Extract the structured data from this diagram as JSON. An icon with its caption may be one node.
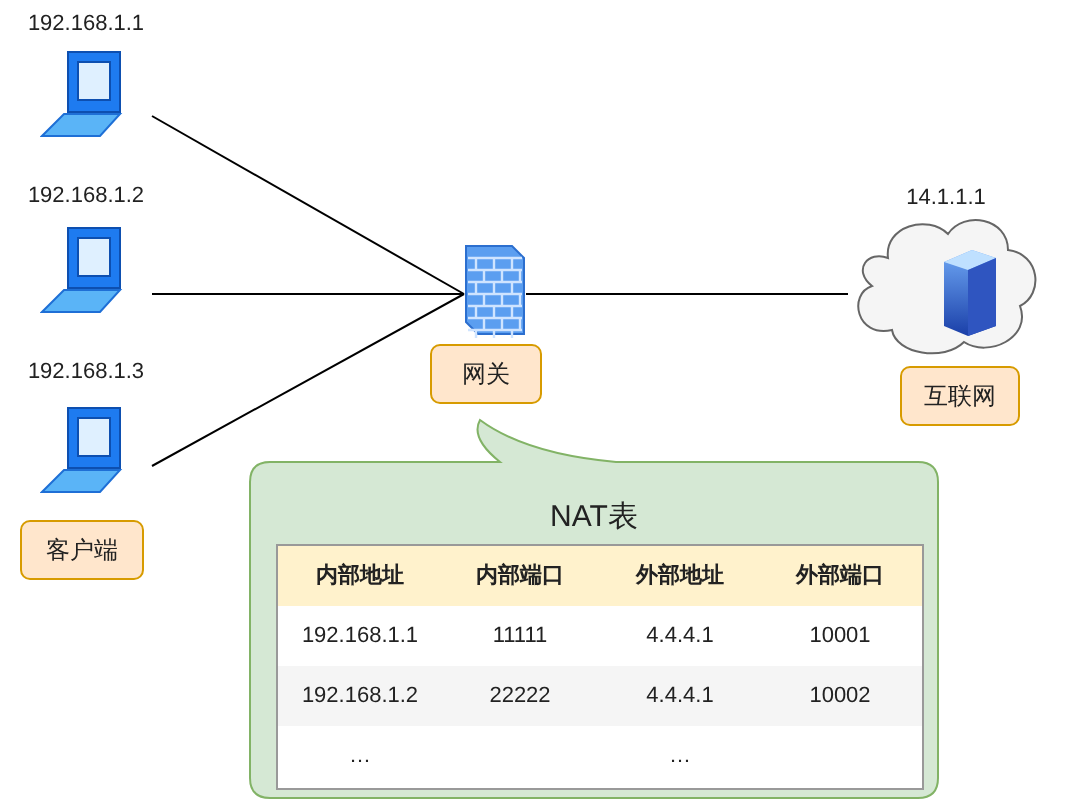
{
  "diagram": {
    "nodes": [
      {
        "text": [
          "192.168.1.1"
        ]
      },
      {
        "text": [
          "192.168.1.2"
        ]
      },
      {
        "text": [
          "192.168.1.3"
        ]
      },
      {
        "text": [
          "客户端"
        ]
      },
      {
        "text": [],
        "shape": "firewall"
      },
      {
        "text": [
          "网关"
        ]
      },
      {
        "text": [
          "14.1.1.1"
        ]
      },
      {
        "text": [],
        "shape": "server",
        "in": 6
      },
      {
        "text": [
          "互联网"
        ]
      },
      {
        "text": [
          "NAT表"
        ]
      }
    ],
    "edges": [
      {
        "from": 0,
        "to": 4,
        "arrow": "none"
      },
      {
        "from": 1,
        "to": 4,
        "arrow": "none"
      },
      {
        "from": 2,
        "to": 4,
        "arrow": "none"
      },
      {
        "from": 4,
        "to": 6,
        "arrow": "none"
      }
    ],
    "labels": [
      "内部地址",
      "内部端口",
      "外部地址",
      "外部端口",
      "192.168.1.1",
      "11111",
      "4.4.4.1",
      "10001",
      "192.168.1.2",
      "22222",
      "4.4.4.1",
      "10002",
      "…",
      "…"
    ]
  }
}
